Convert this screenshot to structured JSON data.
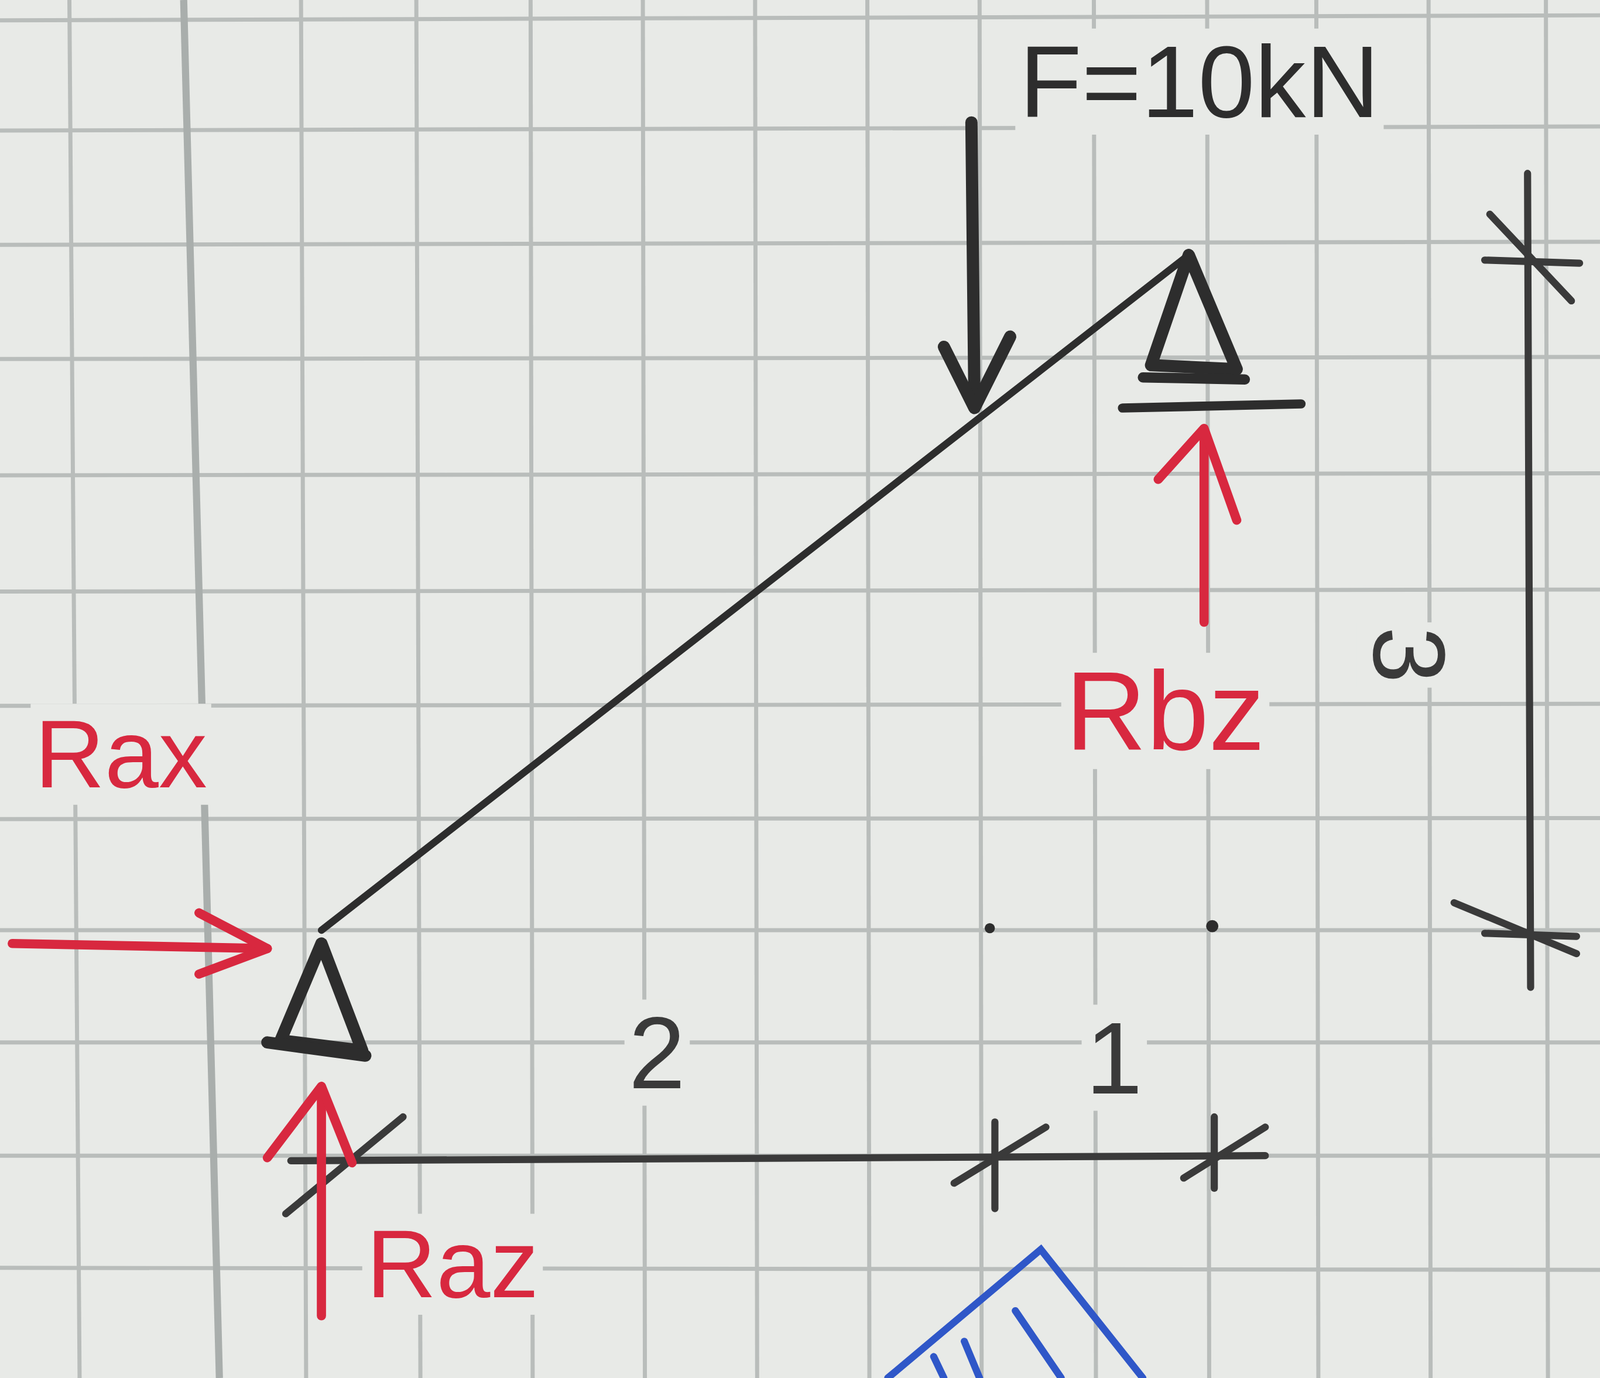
{
  "diagram": {
    "labels": [
      "F=10kN",
      "Rbz",
      "Rax",
      "Raz",
      "2",
      "1",
      "3"
    ]
  }
}
